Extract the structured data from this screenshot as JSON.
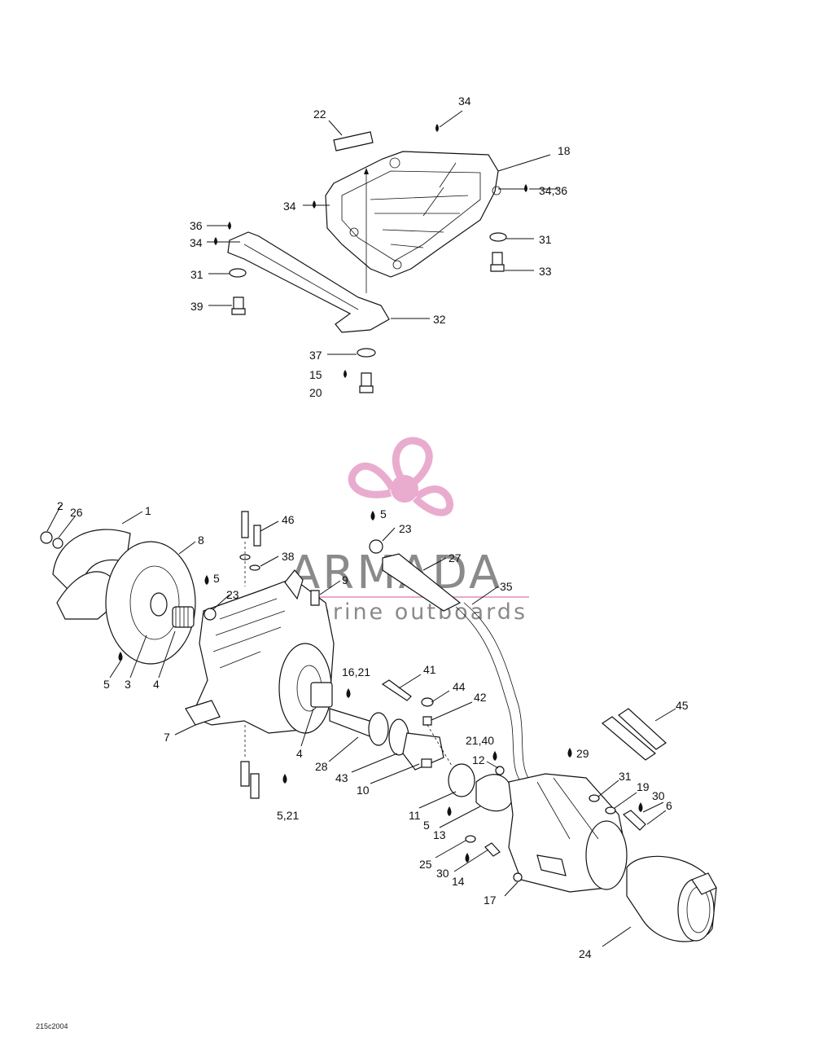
{
  "drawing_code": "215c2004",
  "watermark": {
    "brand": "ARMADA",
    "tagline": "marine outboards",
    "logo_color": "#e8a8cc"
  },
  "callouts": [
    "1",
    "2",
    "26",
    "8",
    "46",
    "38",
    "5",
    "23",
    "9",
    "5",
    "23",
    "27",
    "35",
    "3",
    "4",
    "7",
    "4",
    "16,21",
    "41",
    "44",
    "42",
    "28",
    "43",
    "10",
    "5,21",
    "21,40",
    "12",
    "29",
    "45",
    "11",
    "5",
    "13",
    "31",
    "19",
    "30",
    "6",
    "25",
    "30",
    "14",
    "17",
    "24",
    "22",
    "34",
    "18",
    "34,36",
    "34",
    "36",
    "34",
    "31",
    "33",
    "31",
    "39",
    "32",
    "37",
    "15",
    "20"
  ]
}
